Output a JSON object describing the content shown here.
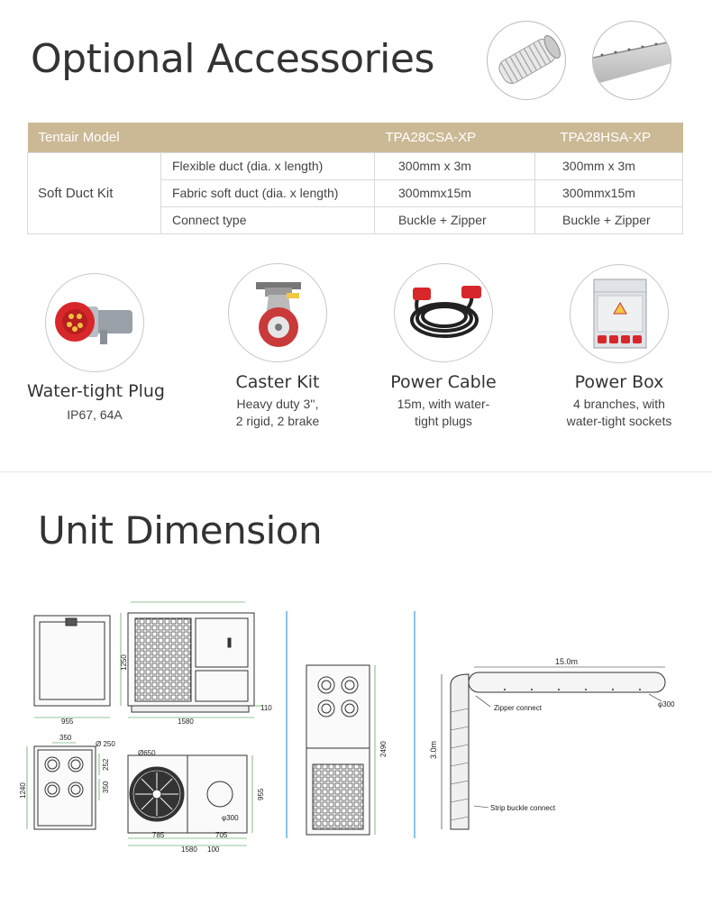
{
  "accessories_section": {
    "title": "Optional Accessories"
  },
  "table": {
    "header": {
      "model_label": "Tentair Model",
      "model_a": "TPA28CSA-XP",
      "model_b": "TPA28HSA-XP"
    },
    "group_label": "Soft Duct Kit",
    "rows": [
      {
        "label": "Flexible duct (dia. x length)",
        "a": "300mm x 3m",
        "b": "300mm x 3m"
      },
      {
        "label": "Fabric soft duct (dia. x length)",
        "a": "300mmx15m",
        "b": "300mmx15m"
      },
      {
        "label": "Connect type",
        "a": "Buckle + Zipper",
        "b": "Buckle + Zipper"
      }
    ]
  },
  "items": [
    {
      "title": "Water-tight Plug",
      "sub1": "IP67, 64A",
      "sub2": ""
    },
    {
      "title": "Caster Kit",
      "sub1": "Heavy duty 3'',",
      "sub2": "2 rigid, 2 brake"
    },
    {
      "title": "Power Cable",
      "sub1": "15m, with water-",
      "sub2": "tight plugs"
    },
    {
      "title": "Power Box",
      "sub1": "4 branches, with",
      "sub2": "water-tight sockets"
    }
  ],
  "dimension_section": {
    "title": "Unit Dimension"
  },
  "drawing_labels": {
    "w955": "955",
    "w1580": "1580",
    "h1250": "1250",
    "h110": "110",
    "d350": "350",
    "d250": "Ø 250",
    "d252": "252",
    "d350b": "350",
    "h1240": "1240",
    "d650": "Ø650",
    "h955": "955",
    "d300": "φ300",
    "w785": "785",
    "w705": "705",
    "w1580b": "1580",
    "w100": "100",
    "h2490": "2490",
    "len15": "15.0m",
    "len3": "3.0m",
    "zipper": "Zipper connect",
    "d300b": "φ300",
    "strip": "Strip buckle connect"
  }
}
